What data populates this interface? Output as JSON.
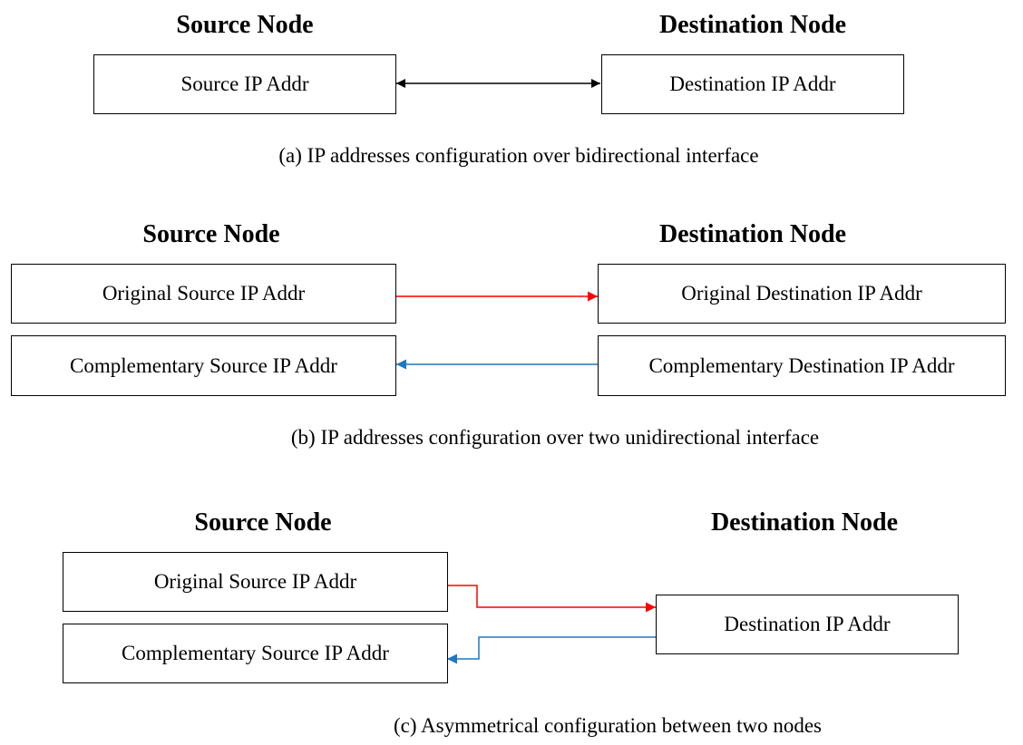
{
  "colors": {
    "text": "#000000",
    "black_arrow": "#000000",
    "red_arrow": "#ff0000",
    "blue_arrow": "#1f77c4"
  },
  "panel_a": {
    "source_heading": "Source Node",
    "destination_heading": "Destination Node",
    "source_box": "Source IP Addr",
    "destination_box": "Destination IP Addr",
    "caption": "(a) IP addresses configuration over bidirectional interface"
  },
  "panel_b": {
    "source_heading": "Source Node",
    "destination_heading": "Destination Node",
    "source_original": "Original Source IP Addr",
    "destination_original": "Original Destination IP Addr",
    "source_complementary": "Complementary Source IP Addr",
    "destination_complementary": "Complementary Destination IP Addr",
    "caption": "(b)  IP addresses configuration over two unidirectional interface"
  },
  "panel_c": {
    "source_heading": "Source Node",
    "destination_heading": "Destination Node",
    "source_original": "Original Source IP Addr",
    "source_complementary": "Complementary Source IP Addr",
    "destination_box": "Destination IP Addr",
    "caption": "(c)  Asymmetrical configuration between two nodes"
  }
}
